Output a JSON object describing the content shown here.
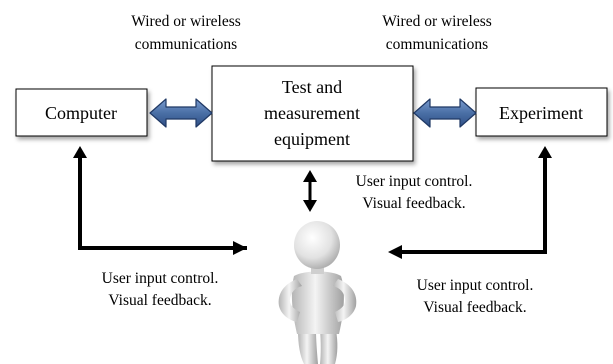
{
  "boxes": {
    "computer": {
      "label": "Computer"
    },
    "equipment": {
      "label_lines": [
        "Test and",
        "measurement",
        "equipment"
      ]
    },
    "experiment": {
      "label": "Experiment"
    }
  },
  "links": {
    "left": {
      "label_lines": [
        "Wired or wireless",
        "communications"
      ]
    },
    "right": {
      "label_lines": [
        "Wired or wireless",
        "communications"
      ]
    }
  },
  "feedback": {
    "center": {
      "label_lines": [
        "User input control.",
        "Visual feedback."
      ]
    },
    "left": {
      "label_lines": [
        "User input control.",
        "Visual feedback."
      ]
    },
    "right": {
      "label_lines": [
        "User input control.",
        "Visual feedback."
      ]
    }
  },
  "colors": {
    "link_arrow_fill": "#4a6fa5",
    "link_arrow_stroke": "#1f3864",
    "box_stroke": "#000000",
    "feedback_arrow": "#000000"
  },
  "icons": {
    "user": "user-figure-icon"
  }
}
